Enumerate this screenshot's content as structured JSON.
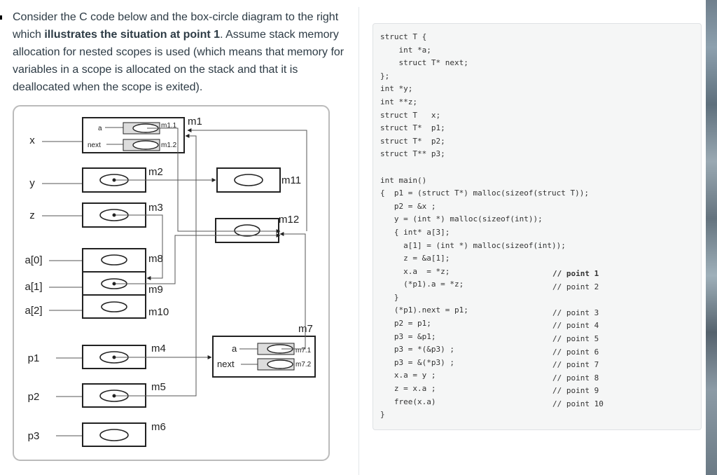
{
  "question": {
    "text_1": "Consider the C code below and the box-circle diagram to the right which ",
    "text_bold": "illustrates the situation at point 1",
    "text_2": ". Assume stack memory allocation for nested scopes is used (which means that memory for variables in a scope is allocated on the stack and that it is deallocated when the scope is exited)."
  },
  "diagram": {
    "var_labels": {
      "x": "x",
      "y": "y",
      "z": "z",
      "a0": "a[0]",
      "a1": "a[1]",
      "a2": "a[2]",
      "p1": "p1",
      "p2": "p2",
      "p3": "p3"
    },
    "memory_labels": {
      "m1": "m1",
      "m1_1": "m1.1",
      "m1_2": "m1.2",
      "m2": "m2",
      "m3": "m3",
      "m8": "m8",
      "m9": "m9",
      "m10": "m10",
      "m4": "m4",
      "m5": "m5",
      "m6": "m6",
      "m11": "m11",
      "m12": "m12",
      "m7": "m7",
      "m7_1": "m7.1",
      "m7_2": "m7.2"
    },
    "field_labels": {
      "m1_a": "a",
      "m1_next": "next",
      "m7_a": "a",
      "m7_next": "next"
    }
  },
  "code": {
    "lines": [
      "struct T {",
      "    int *a;",
      "    struct T* next;",
      "};",
      "int *y;",
      "int **z;",
      "struct T   x;",
      "struct T*  p1;",
      "struct T*  p2;",
      "struct T** p3;",
      "",
      "int main()",
      "{  p1 = (struct T*) malloc(sizeof(struct T));",
      "   p2 = &x ;",
      "   y = (int *) malloc(sizeof(int));",
      "   { int* a[3];",
      "     a[1] = (int *) malloc(sizeof(int));",
      "     z = &a[1];",
      "     x.a  = *z;",
      "     (*p1).a = *z;",
      "   }",
      "   (*p1).next = p1;",
      "   p2 = p1;",
      "   p3 = &p1;",
      "   p3 = *(&p3) ;",
      "   p3 = &(*p3) ;",
      "   x.a = y ;",
      "   z = x.a ;",
      "   free(x.a)",
      "}"
    ],
    "comments": [
      "// point 1",
      "// point 2",
      "",
      "// point 3",
      "// point 4",
      "// point 5",
      "// point 6",
      "// point 7",
      "// point 8",
      "// point 9",
      "// point 10"
    ]
  }
}
